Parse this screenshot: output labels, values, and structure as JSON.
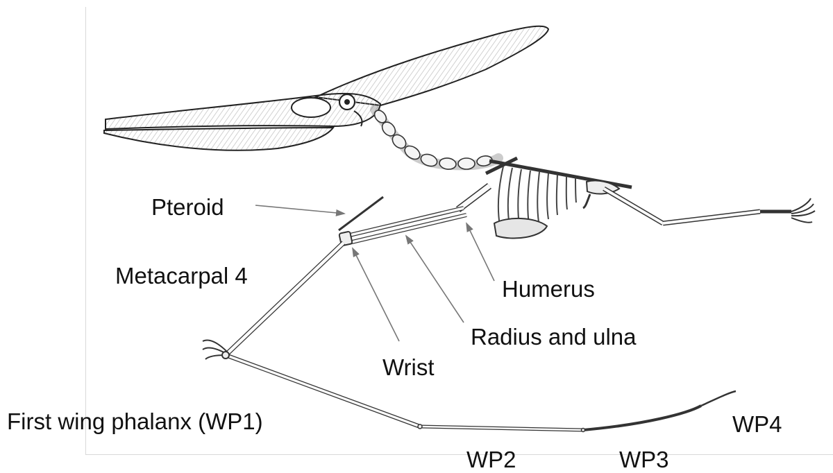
{
  "labels": {
    "pteroid": "Pteroid",
    "metacarpal": "Metacarpal 4",
    "humerus": "Humerus",
    "radius_ulna": "Radius and ulna",
    "wrist": "Wrist",
    "wp1": "First wing phalanx (WP1)",
    "wp2": "WP2",
    "wp3": "WP3",
    "wp4": "WP4"
  }
}
